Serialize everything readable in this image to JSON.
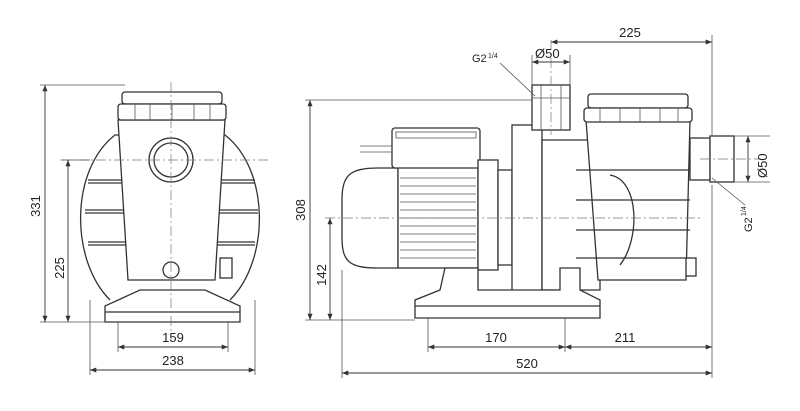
{
  "dimensions": {
    "front_height_total": "331",
    "front_height_axis": "225",
    "front_base_inner": "159",
    "front_base_outer": "238",
    "side_height_total": "308",
    "side_height_axis": "142",
    "side_foot_spacing": "170",
    "side_outlet_offset": "211",
    "side_total_length": "520",
    "side_top_offset": "225",
    "top_port_diameter": "Ø50",
    "side_port_diameter": "Ø50",
    "top_port_thread": "G2",
    "top_port_thread_fraction": "1/4",
    "side_port_thread": "G2",
    "side_port_thread_fraction": "1/4"
  },
  "colors": {
    "line": "#333333",
    "background": "#ffffff"
  }
}
